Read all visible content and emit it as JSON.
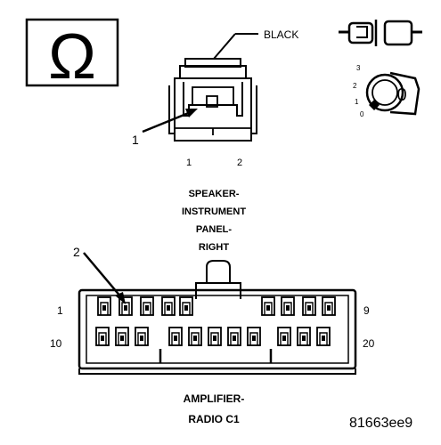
{
  "ohm_symbol": "Ω",
  "connector_color_label": "BLACK",
  "callout_1": "1",
  "callout_2": "2",
  "speaker_connector": {
    "pin_labels": [
      "1",
      "2"
    ],
    "name_lines": [
      "SPEAKER-",
      "INSTRUMENT",
      "PANEL-",
      "RIGHT"
    ]
  },
  "amplifier_connector": {
    "pin_top_left": "1",
    "pin_top_right": "9",
    "pin_bottom_left": "10",
    "pin_bottom_right": "20",
    "name_lines": [
      "AMPLIFIER-",
      "RADIO C1"
    ]
  },
  "ignition_key": {
    "positions": [
      "3",
      "2",
      "1",
      "0"
    ],
    "key_label": "0"
  },
  "figure_id": "81663ee9"
}
